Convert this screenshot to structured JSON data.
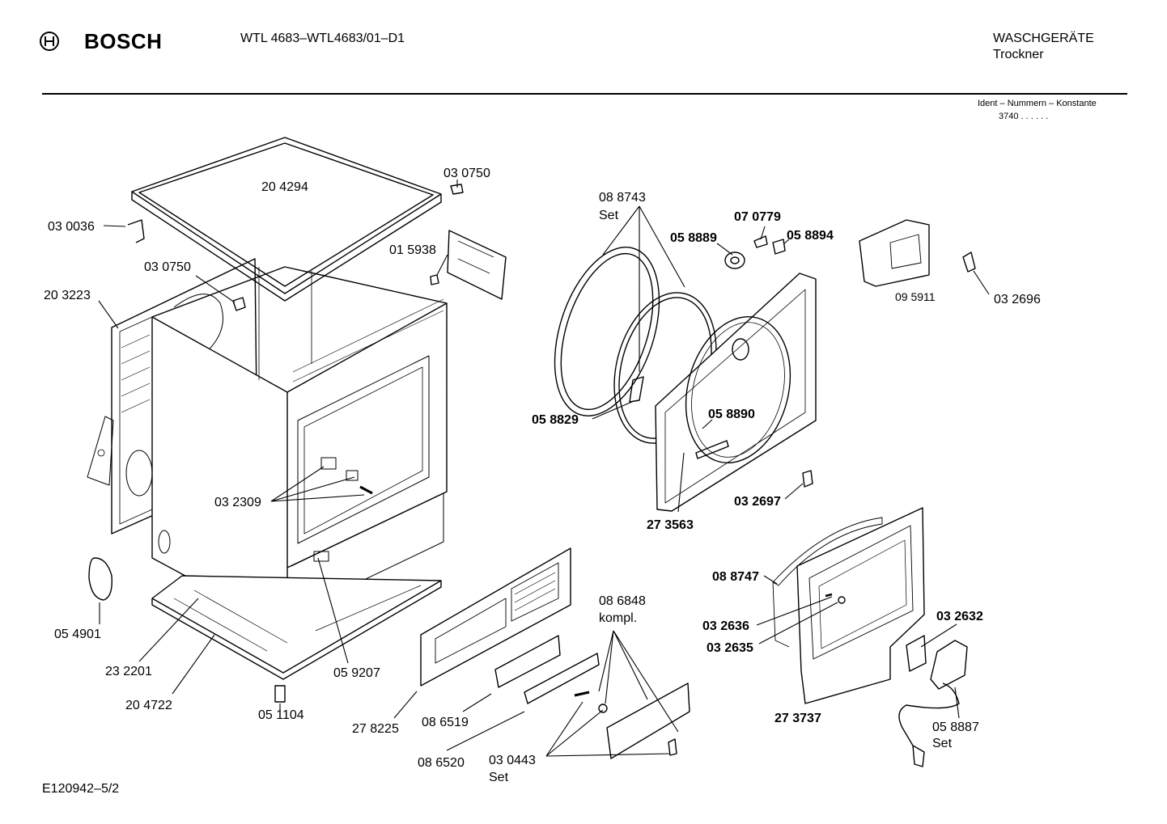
{
  "header": {
    "brand": "BOSCH",
    "model": "WTL 4683–WTL4683/01–D1",
    "category": "WASCHGERÄTE",
    "subcategory": "Trockner",
    "ident_label": "Ident – Nummern – Konstante",
    "ident_value": "3740  .  .   .  .  .  ."
  },
  "footer": {
    "code": "E120942–5/2"
  },
  "parts": {
    "p204294": "20 4294",
    "p030750a": "03 0750",
    "p030036": "03 0036",
    "p015938": "01 5938",
    "p030750b": "03 0750",
    "p203223": "20 3223",
    "p032309": "03 2309",
    "p054901": "05 4901",
    "p232201": "23 2201",
    "p204722": "20 4722",
    "p051104": "05 1104",
    "p059207": "05 9207",
    "p278225": "27 8225",
    "p086519": "08 6519",
    "p086520": "08 6520",
    "p030443": "03 0443",
    "p030443set": "Set",
    "p086848": "08 6848",
    "p086848kompl": "kompl.",
    "p088743": "08 8743",
    "p088743set": "Set",
    "p070779": "07 0779",
    "p058889": "05 8889",
    "p058894": "05 8894",
    "p058829": "05 8829",
    "p058890": "05 8890",
    "p273563": "27 3563",
    "p032697": "03 2697",
    "p095911": "09 5911",
    "p032696": "03 2696",
    "p088747": "08 8747",
    "p032636": "03 2636",
    "p032635": "03 2635",
    "p032632": "03 2632",
    "p273737": "27 3737",
    "p058887": "05 8887",
    "p058887set": "Set"
  }
}
